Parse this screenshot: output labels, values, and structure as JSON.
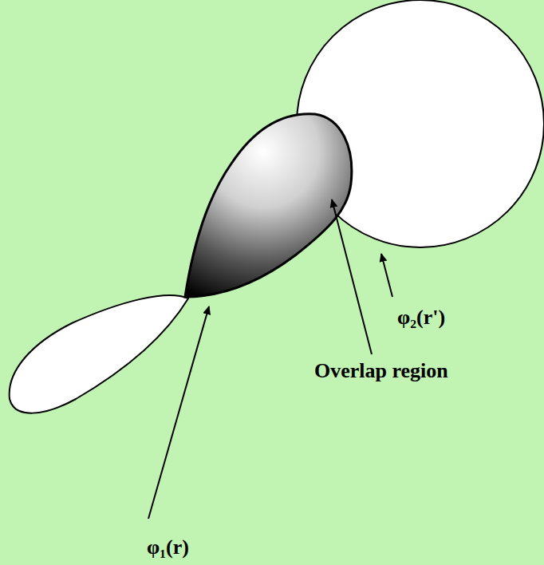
{
  "diagram": {
    "labels": [
      "φ₂(r')",
      "Overlap region",
      "φ₁(r)"
    ]
  }
}
